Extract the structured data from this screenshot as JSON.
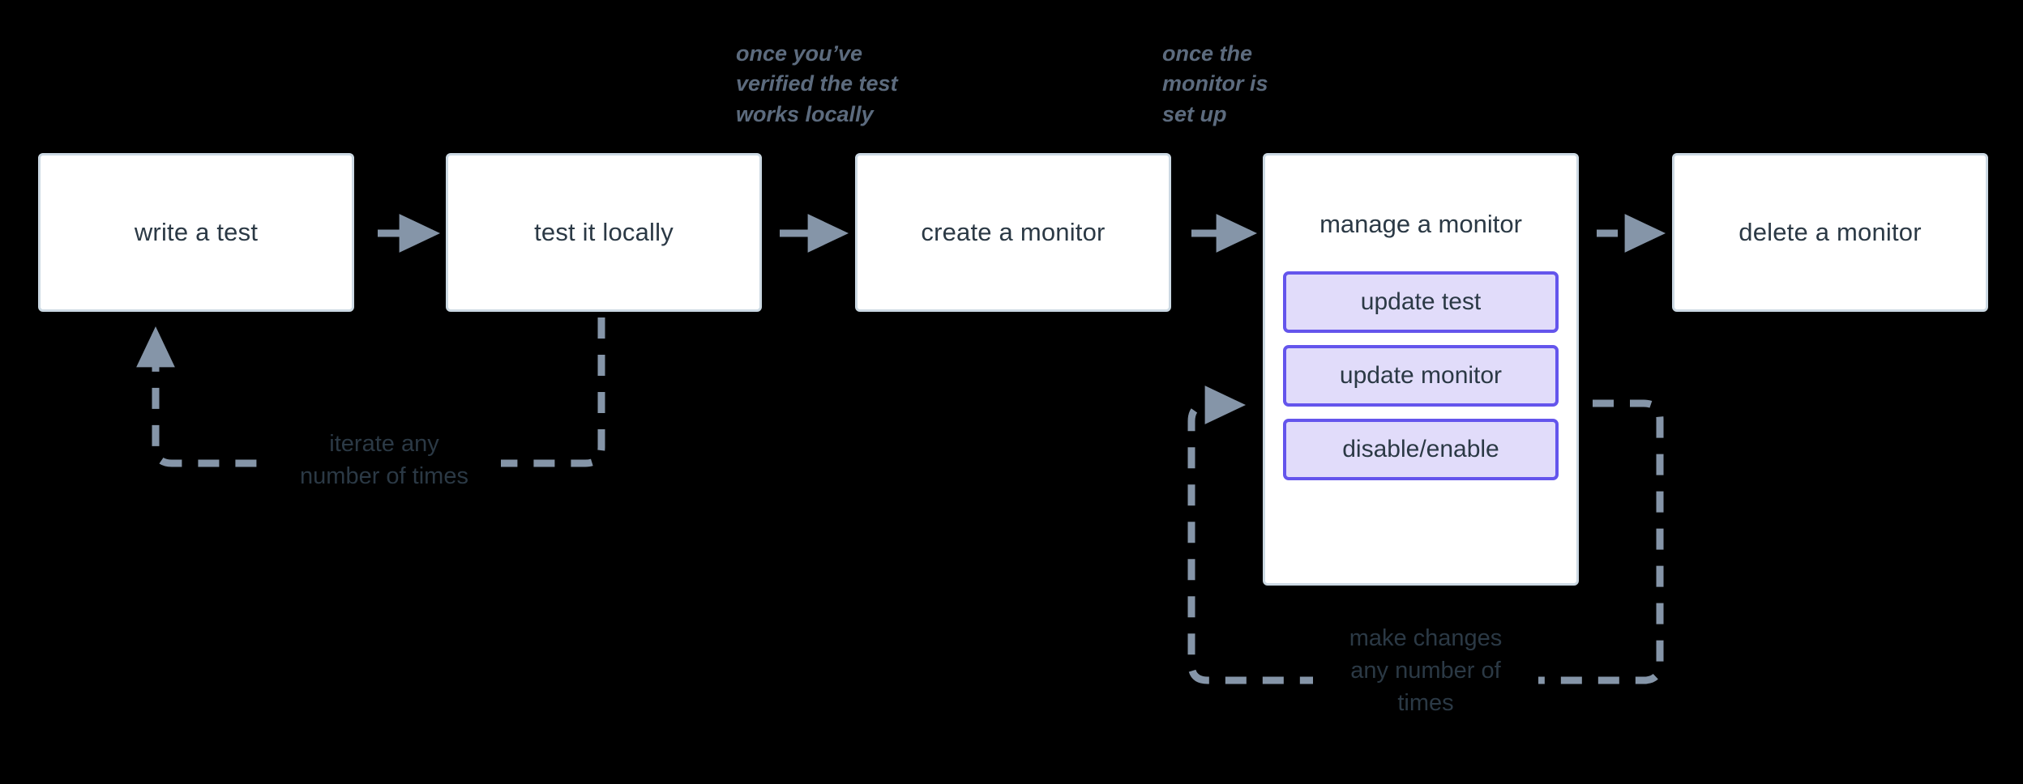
{
  "diagram": {
    "title_present": false,
    "background_color": "#000000",
    "node_fill": "#ffffff",
    "node_border": "#ccd9e3",
    "node_text_color": "#2b3945",
    "subnode_fill": "#e1dcfa",
    "subnode_border": "#6455ec",
    "edge_color": "#8595a8",
    "annotation_color": "#5c6b7e",
    "edge_label_color": "#2b3945"
  },
  "nodes": [
    {
      "id": "write-a-test",
      "label": "write a test"
    },
    {
      "id": "test-it-locally",
      "label": "test it locally"
    },
    {
      "id": "create-a-monitor",
      "label": "create a monitor"
    },
    {
      "id": "manage-a-monitor",
      "label": "manage a monitor"
    },
    {
      "id": "delete-a-monitor",
      "label": "delete a monitor"
    }
  ],
  "subnodes": [
    {
      "id": "update-test",
      "label": "update test"
    },
    {
      "id": "update-monitor",
      "label": "update monitor"
    },
    {
      "id": "disable-enable",
      "label": "disable/enable"
    }
  ],
  "annotations": [
    {
      "id": "annot-verified",
      "text": "once you’ve\nverified the test\nworks locally"
    },
    {
      "id": "annot-setup",
      "text": "once the\nmonitor is\nset up"
    }
  ],
  "edge_labels": [
    {
      "id": "label-iterate",
      "text": "iterate any\nnumber of times"
    },
    {
      "id": "label-make-changes",
      "text": "make changes\nany number of\ntimes"
    }
  ],
  "edges": [
    {
      "id": "edge-write-to-test",
      "from": "write-a-test",
      "to": "test-it-locally",
      "style": "solid"
    },
    {
      "id": "edge-test-to-create",
      "from": "test-it-locally",
      "to": "create-a-monitor",
      "style": "solid"
    },
    {
      "id": "edge-create-to-manage",
      "from": "create-a-monitor",
      "to": "manage-a-monitor",
      "style": "solid"
    },
    {
      "id": "edge-manage-to-delete",
      "from": "manage-a-monitor",
      "to": "delete-a-monitor",
      "style": "dashed"
    },
    {
      "id": "edge-iterate-loop",
      "from": "test-it-locally",
      "to": "write-a-test",
      "style": "dashed"
    },
    {
      "id": "edge-changes-loop",
      "from": "manage-a-monitor",
      "to": "update-monitor",
      "style": "dashed"
    }
  ]
}
